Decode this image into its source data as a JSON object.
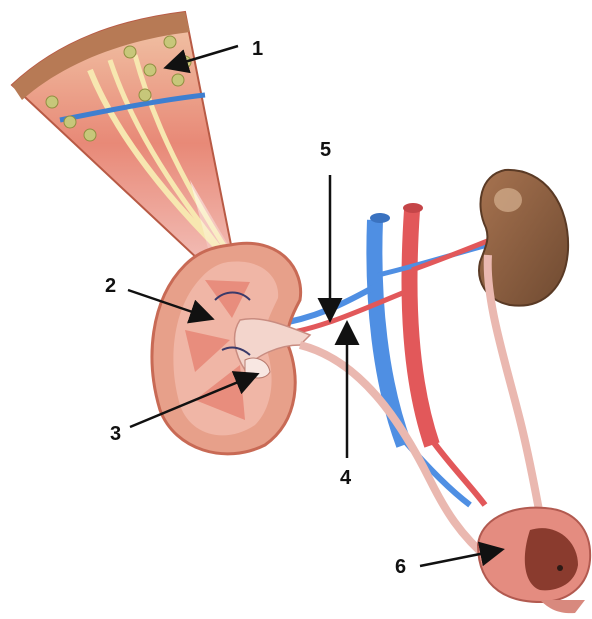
{
  "labels": {
    "l1": "1",
    "l2": "2",
    "l3": "3",
    "l4": "4",
    "l5": "5",
    "l6": "6"
  },
  "colors": {
    "background": "#ffffff",
    "arrow": "#111111",
    "kidney_cortex": "#e7a08a",
    "kidney_medulla": "#f0b6a6",
    "kidney_outline": "#c86a55",
    "artery": "#e2585a",
    "vein": "#4f8fe3",
    "ureter": "#eab8b0",
    "bladder": "#e48c80",
    "adrenal_outer": "#8a6240",
    "wedge": "#e27968"
  }
}
